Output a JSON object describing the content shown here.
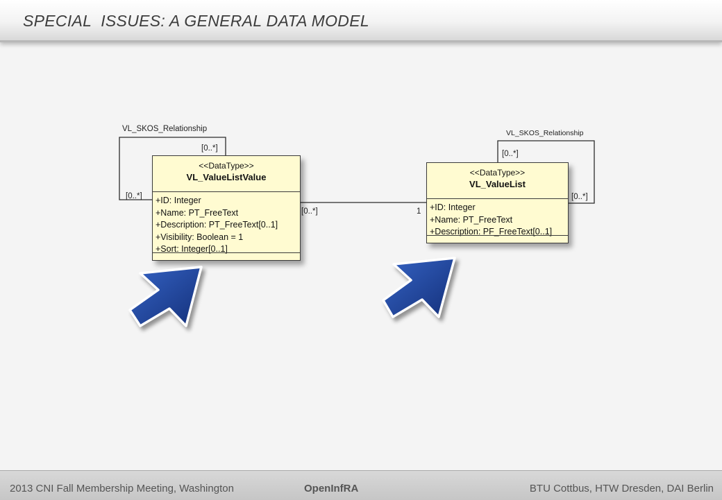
{
  "header": {
    "title": "SPECIAL  ISSUES: A GENERAL DATA MODEL"
  },
  "diagram": {
    "left_class": {
      "stereotype": "<<DataType>>",
      "name": "VL_ValueListValue",
      "attributes": [
        "+ID: Integer",
        "+Name: PT_FreeText",
        "+Description: PT_FreeText[0..1]",
        "+Visibility: Boolean = 1",
        "+Sort: Integer[0..1]"
      ]
    },
    "right_class": {
      "stereotype": "<<DataType>>",
      "name": "VL_ValueList",
      "attributes": [
        "+ID: Integer",
        "+Name: PT_FreeText",
        "+Description: PF_FreeText[0..1]"
      ]
    },
    "left_self_association": {
      "name": "VL_SKOS_Relationship",
      "multiplicity_top": "[0..*]",
      "multiplicity_left": "[0..*]"
    },
    "right_self_association": {
      "name": "VL_SKOS_Relationship",
      "multiplicity_top": "[0..*]",
      "multiplicity_right": "[0..*]"
    },
    "association": {
      "left_multiplicity": "[0..*]",
      "right_multiplicity": "1"
    },
    "arrow_color": "#1f3f8f",
    "class_fill": "#fffbd1"
  },
  "footer": {
    "left": "2013 CNI Fall Membership Meeting, Washington",
    "center": "OpenInfRA",
    "right": "BTU Cottbus, HTW Dresden, DAI Berlin"
  }
}
